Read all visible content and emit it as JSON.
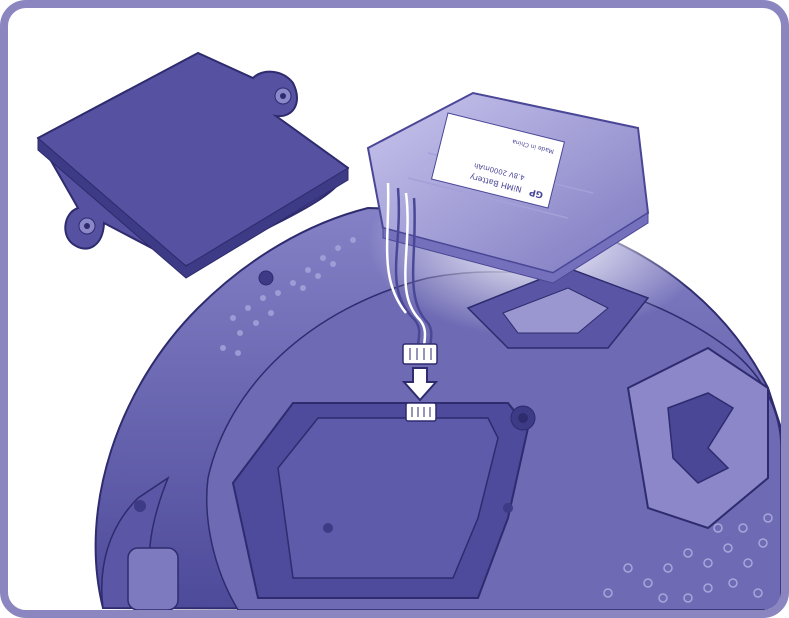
{
  "illustration": {
    "subject": "",
    "battery_label": {
      "brand": "GP",
      "line1": "NiMH Battery",
      "line2": "4.8V 2000mAh",
      "line3": "Made in China"
    }
  },
  "colors": {
    "frame": "#8b86c0",
    "body_dark": "#4a4797",
    "body_mid": "#6d69b4",
    "body_light": "#9a96d0",
    "highlight": "#c4c1ea",
    "battery": "#8c88c8",
    "battery_light": "#b5b2e2",
    "label_bg": "#ffffff"
  }
}
